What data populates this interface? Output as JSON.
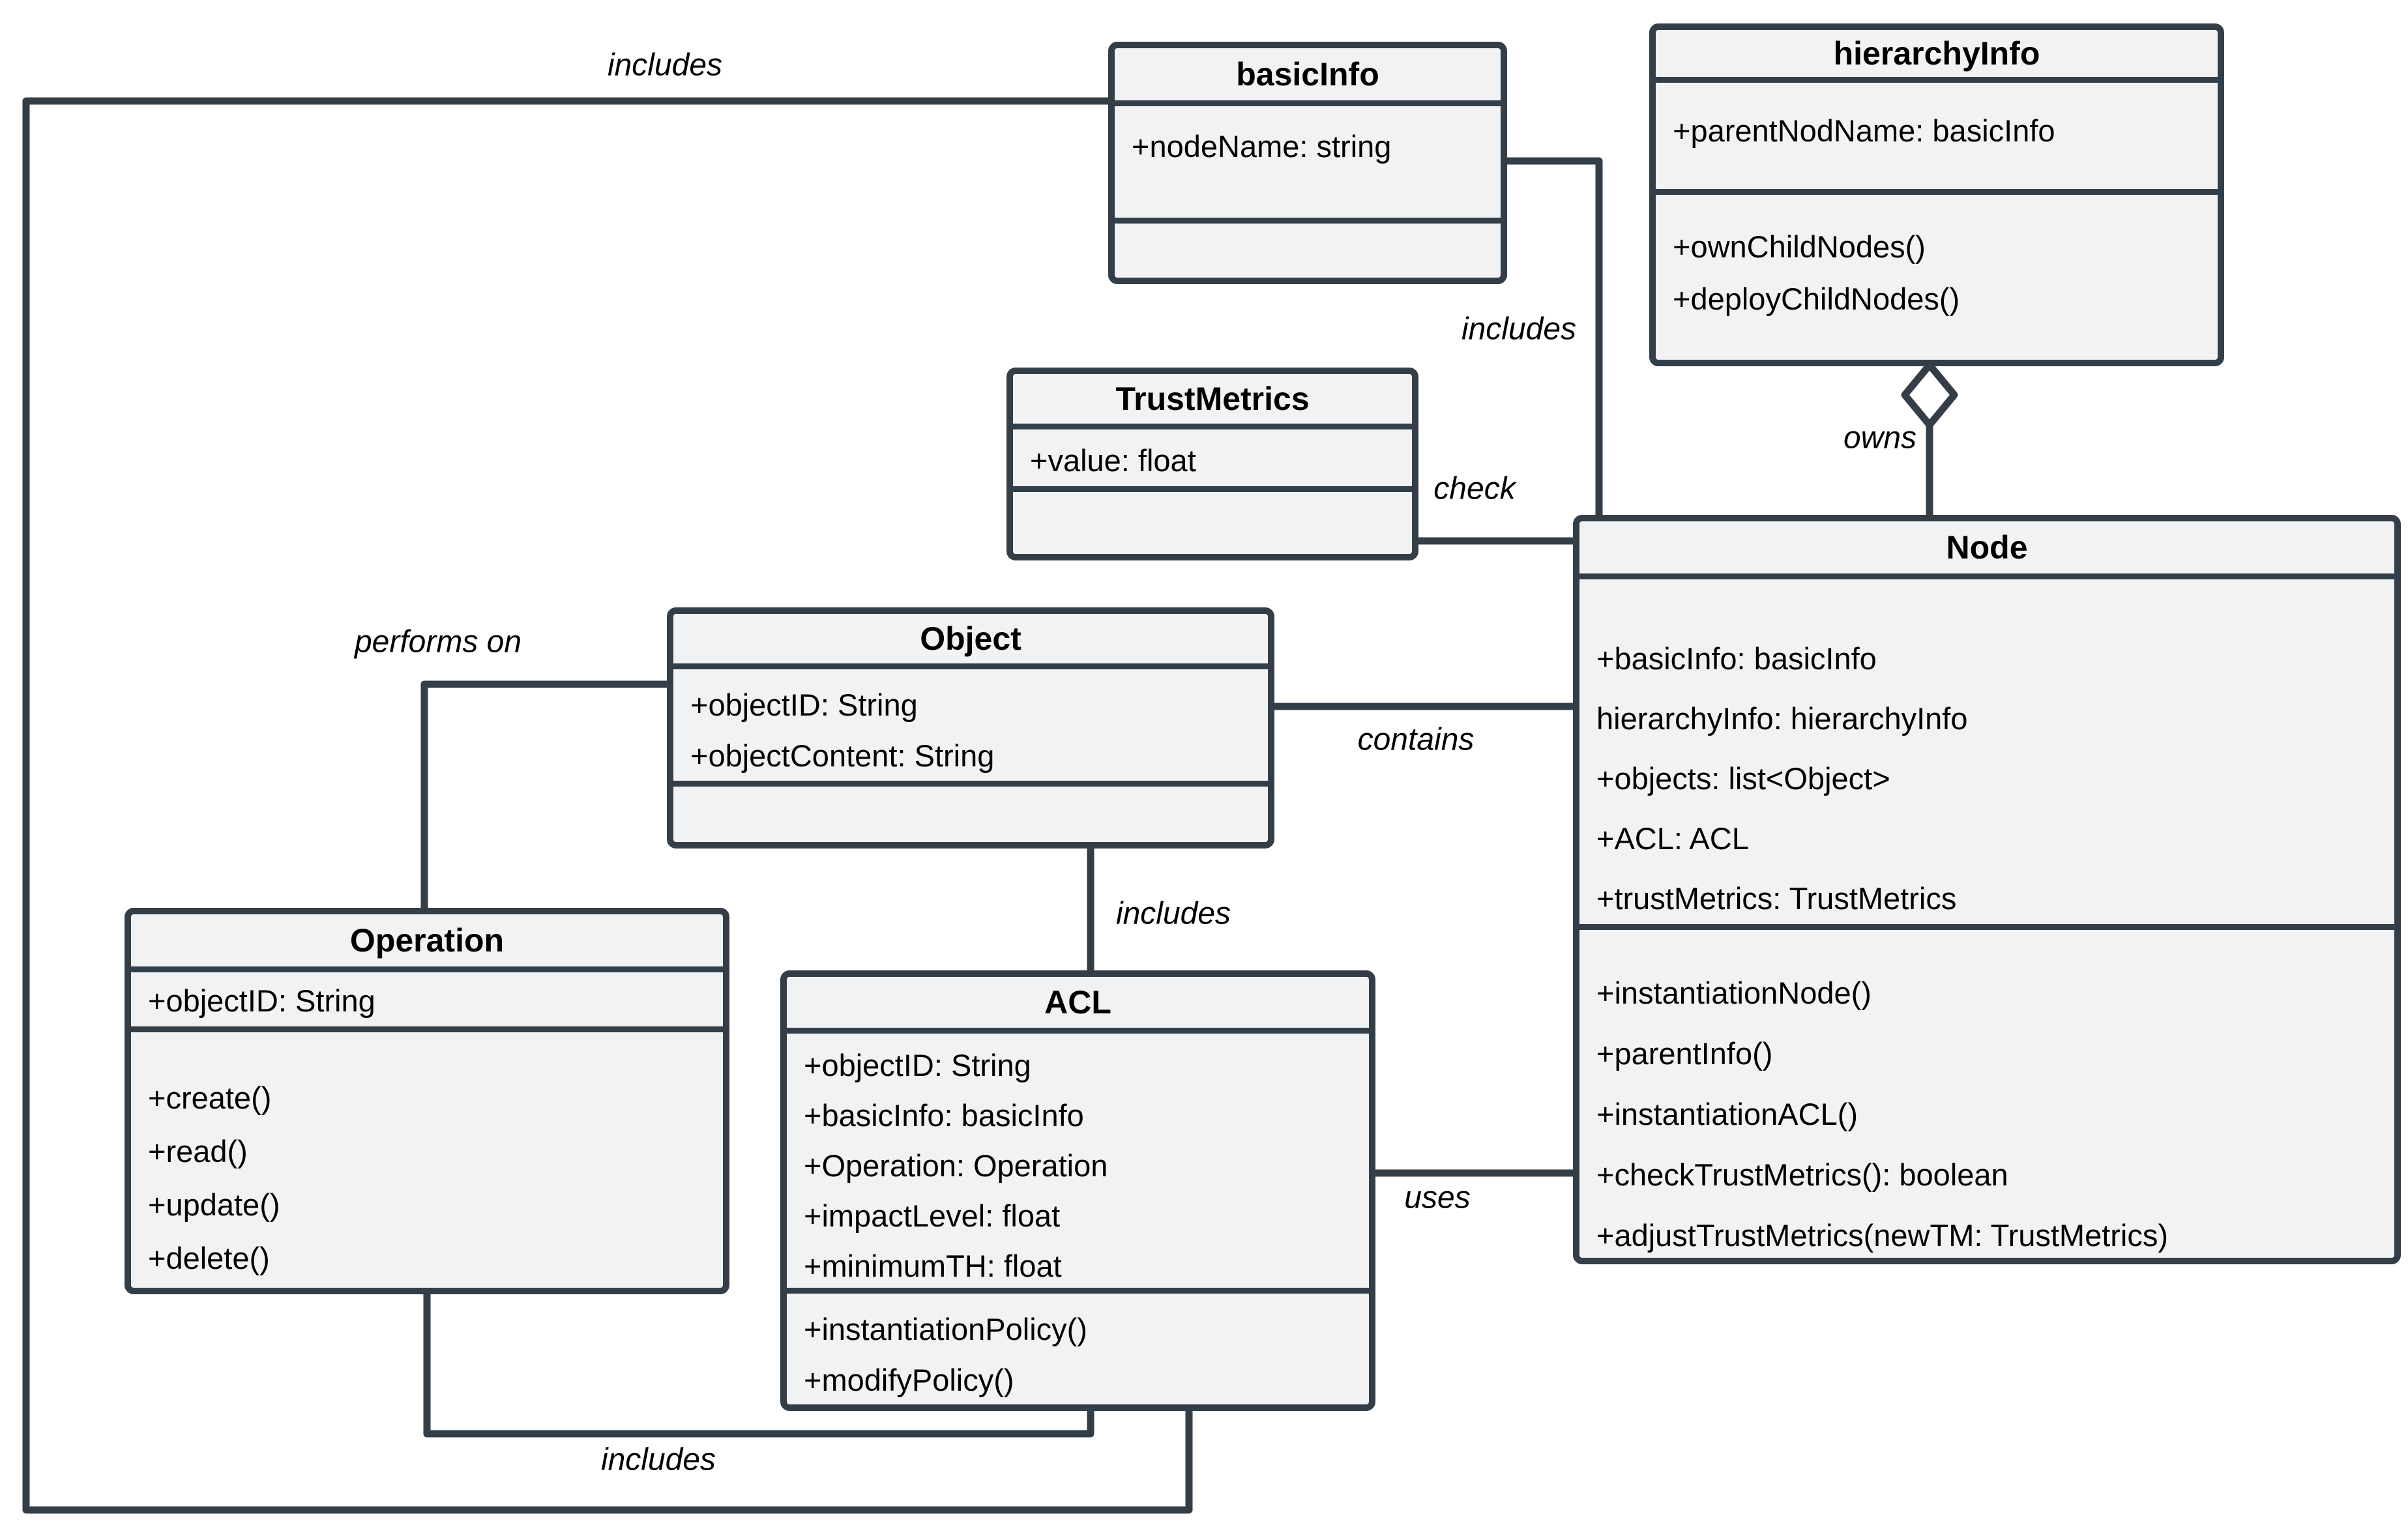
{
  "colors": {
    "line": "#333e48",
    "box_fill": "#f0f2f3",
    "background": "#ffffff",
    "text": "#000000"
  },
  "classes": {
    "basicInfo": {
      "title": "basicInfo",
      "attributes": [
        "+nodeName: string"
      ],
      "methods": []
    },
    "hierarchyInfo": {
      "title": "hierarchyInfo",
      "attributes": [
        "+parentNodName: basicInfo"
      ],
      "methods": [
        "+ownChildNodes()",
        "+deployChildNodes()"
      ]
    },
    "trustMetrics": {
      "title": "TrustMetrics",
      "attributes": [
        "+value: float"
      ],
      "methods": []
    },
    "object": {
      "title": "Object",
      "attributes": [
        "+objectID: String",
        "+objectContent: String"
      ],
      "methods": []
    },
    "operation": {
      "title": "Operation",
      "attributes": [
        "+objectID: String"
      ],
      "methods": [
        "+create()",
        "+read()",
        "+update()",
        "+delete()"
      ]
    },
    "acl": {
      "title": "ACL",
      "attributes": [
        "+objectID: String",
        "+basicInfo: basicInfo",
        "+Operation: Operation",
        "+impactLevel: float",
        "+minimumTH: float"
      ],
      "methods": [
        "+instantiationPolicy()",
        "+modifyPolicy()"
      ]
    },
    "node": {
      "title": "Node",
      "attributes": [
        "+basicInfo: basicInfo",
        "hierarchyInfo: hierarchyInfo",
        "+objects: list<Object>",
        "+ACL: ACL",
        "+trustMetrics: TrustMetrics"
      ],
      "methods": [
        "+instantiationNode()",
        "+parentInfo()",
        "+instantiationACL()",
        "+checkTrustMetrics(): boolean",
        "+adjustTrustMetrics(newTM: TrustMetrics)"
      ]
    }
  },
  "relationships": [
    {
      "from": "ACL",
      "to": "basicInfo",
      "label": "includes",
      "type": "association"
    },
    {
      "from": "basicInfo",
      "to": "Node",
      "label": "includes",
      "type": "association"
    },
    {
      "from": "TrustMetrics",
      "to": "Node",
      "label": "check",
      "type": "association"
    },
    {
      "from": "hierarchyInfo",
      "to": "Node",
      "label": "owns",
      "type": "aggregation"
    },
    {
      "from": "Object",
      "to": "Node",
      "label": "contains",
      "type": "association"
    },
    {
      "from": "Object",
      "to": "ACL",
      "label": "includes",
      "type": "association"
    },
    {
      "from": "Operation",
      "to": "Object",
      "label": "performs on",
      "type": "association"
    },
    {
      "from": "ACL",
      "to": "Node",
      "label": "uses",
      "type": "association"
    },
    {
      "from": "Operation",
      "to": "ACL",
      "label": "includes",
      "type": "association"
    }
  ]
}
